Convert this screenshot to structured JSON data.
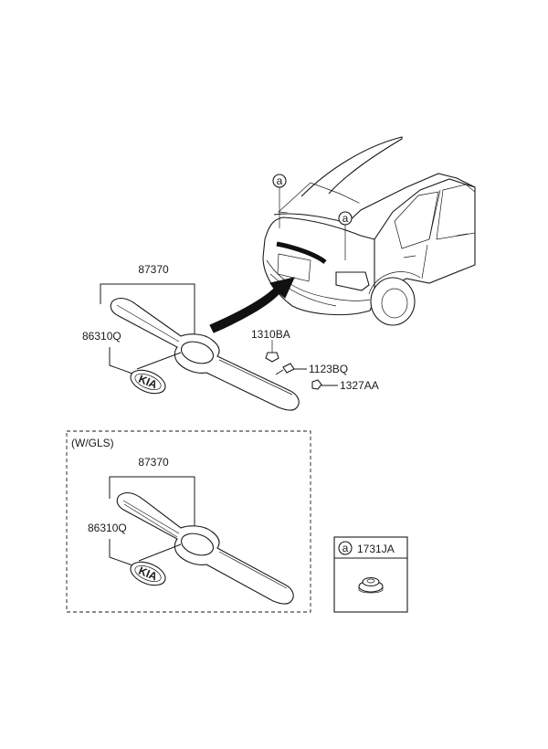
{
  "labels": {
    "part_87370_top": "87370",
    "part_86310Q_top": "86310Q",
    "part_1310BA": "1310BA",
    "part_1123BQ": "1123BQ",
    "part_1327AA": "1327AA",
    "variant_label": "(W/GLS)",
    "part_87370_bottom": "87370",
    "part_86310Q_bottom": "86310Q",
    "part_1731JA": "1731JA",
    "callout_a": "a"
  },
  "emblem_text": "KIA",
  "colors": {
    "line": "#1a1a1a",
    "background": "#ffffff",
    "arrow": "#111111"
  }
}
